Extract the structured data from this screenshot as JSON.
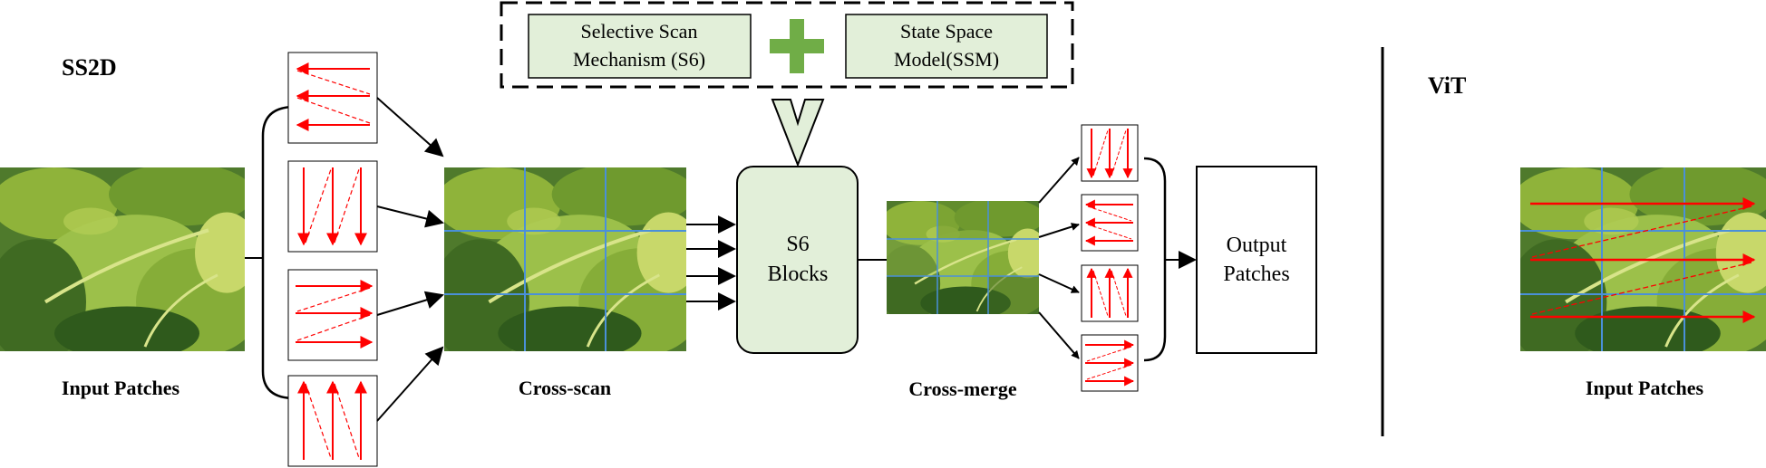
{
  "ss2d": {
    "title": "SS2D",
    "input_label": "Input Patches",
    "cross_scan_label": "Cross-scan",
    "cross_merge_label": "Cross-merge"
  },
  "mechanism": {
    "s6_line1": "Selective Scan",
    "s6_line2": "Mechanism (S6)",
    "ssm_line1": "State Space",
    "ssm_line2": "Model(SSM)"
  },
  "s6_block": {
    "line1": "S6",
    "line2": "Blocks"
  },
  "output": {
    "line1": "Output",
    "line2": "Patches"
  },
  "vit": {
    "title": "ViT",
    "input_label": "Input Patches"
  },
  "colors": {
    "arrow_red": "#ff0000",
    "grid_blue": "#4a90d9",
    "mechanism_fill": "#e2efd9",
    "s6_fill": "#e2efd9",
    "plus_green": "#70ad47",
    "leaf_dark": "#3d6b23",
    "leaf_light": "#a9c94a"
  }
}
